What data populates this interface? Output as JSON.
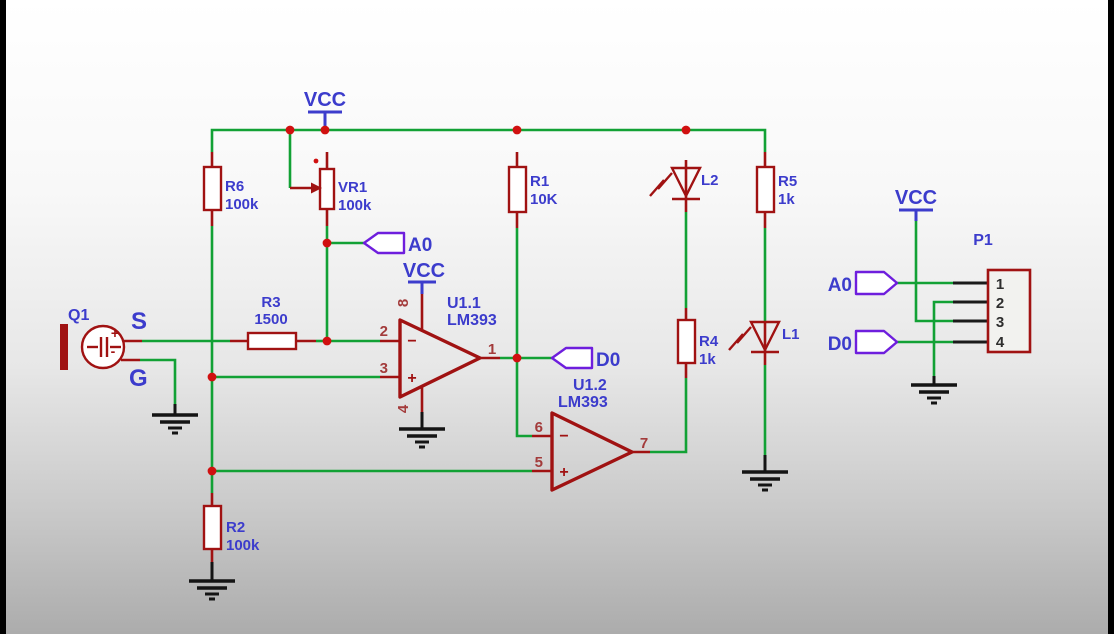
{
  "colors": {
    "wire": "#12A135",
    "component": "#A01212",
    "junction": "#D01010",
    "label": "#3C3CCC",
    "port": "#6E1EDD",
    "ground": "#141414",
    "pin-number": "#A33B3B",
    "pin-black": "#1A1A1A",
    "conn-text": "#2E2E2E"
  },
  "power": {
    "vcc1": "VCC",
    "vcc2": "VCC",
    "vcc3": "VCC"
  },
  "mic": {
    "ref": "Q1",
    "signal_label": "S",
    "gnd_label": "G",
    "plus": "+",
    "minus": "-"
  },
  "resistors": {
    "r6": {
      "ref": "R6",
      "value": "100k"
    },
    "vr1": {
      "ref": "VR1",
      "value": "100k"
    },
    "r3": {
      "ref": "R3",
      "value": "1500"
    },
    "r1": {
      "ref": "R1",
      "value": "10K"
    },
    "r2": {
      "ref": "R2",
      "value": "100k"
    },
    "r4": {
      "ref": "R4",
      "value": "1k"
    },
    "r5": {
      "ref": "R5",
      "value": "1k"
    }
  },
  "leds": {
    "l2": {
      "ref": "L2"
    },
    "l1": {
      "ref": "L1"
    }
  },
  "opamps": {
    "u1a": {
      "ref": "U1.1",
      "part": "LM393",
      "pin_inv": "2",
      "pin_noninv": "3",
      "pin_out": "1",
      "pin_vcc": "8",
      "pin_gnd": "4",
      "minus": "−",
      "plus": "+"
    },
    "u1b": {
      "ref": "U1.2",
      "part": "LM393",
      "pin_inv": "6",
      "pin_noninv": "5",
      "pin_out": "7",
      "minus": "−",
      "plus": "+"
    }
  },
  "ports": {
    "a0": "A0",
    "d0": "D0",
    "a0_header": "A0",
    "d0_header": "D0"
  },
  "connector": {
    "ref": "P1",
    "pin1": "1",
    "pin2": "2",
    "pin3": "3",
    "pin4": "4"
  }
}
